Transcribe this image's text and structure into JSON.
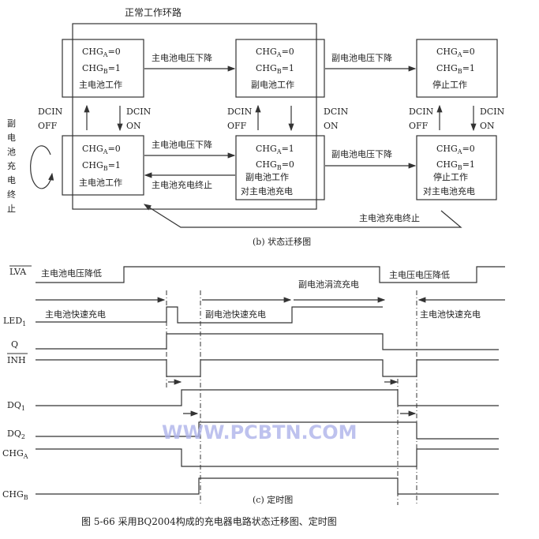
{
  "state_diagram": {
    "loop_label": "正常工作环路",
    "states": [
      {
        "a": {
          "base": "CHG",
          "sub": "A",
          "rest": "=0"
        },
        "b": {
          "base": "CHG",
          "sub": "B",
          "rest": "=1"
        },
        "desc": "主电池工作",
        "desc2": ""
      },
      {
        "a": {
          "base": "CHG",
          "sub": "A",
          "rest": "=0"
        },
        "b": {
          "base": "CHG",
          "sub": "B",
          "rest": "=1"
        },
        "desc": "副电池工作",
        "desc2": ""
      },
      {
        "a": {
          "base": "CHG",
          "sub": "A",
          "rest": "=0"
        },
        "b": {
          "base": "CHG",
          "sub": "B",
          "rest": "=1"
        },
        "desc": "停止工作",
        "desc2": ""
      },
      {
        "a": {
          "base": "CHG",
          "sub": "A",
          "rest": "=0"
        },
        "b": {
          "base": "CHG",
          "sub": "B",
          "rest": "=1"
        },
        "desc": "主电池工作",
        "desc2": ""
      },
      {
        "a": {
          "base": "CHG",
          "sub": "A",
          "rest": "=1"
        },
        "b": {
          "base": "CHG",
          "sub": "B",
          "rest": "=0"
        },
        "desc": "副电池工作",
        "desc2": "对主电池充电"
      },
      {
        "a": {
          "base": "CHG",
          "sub": "A",
          "rest": "=0"
        },
        "b": {
          "base": "CHG",
          "sub": "B",
          "rest": "=1"
        },
        "desc": "停止工作",
        "desc2": "对主电池充电"
      }
    ],
    "transitions": {
      "t12": "主电池电压下降",
      "t23": "副电池电压下降",
      "t45": "主电池电压下降",
      "t54": "主电池充电终止",
      "t56": "副电池电压下降",
      "t64": "主电池充电终止"
    },
    "dcin": {
      "label": "DCIN",
      "off": "OFF",
      "on": "ON"
    },
    "self_loop_label": [
      "副",
      "电",
      "池",
      "充",
      "电",
      "终",
      "止"
    ],
    "caption": "(b) 状态迁移图"
  },
  "timing_diagram": {
    "signals": {
      "lva": "LVA",
      "led": {
        "base": "LED",
        "sub": "1"
      },
      "q": "Q",
      "inh": "INH",
      "dq1": {
        "base": "DQ",
        "sub": "1"
      },
      "dq2": {
        "base": "DQ",
        "sub": "2"
      },
      "chga": {
        "base": "CHG",
        "sub": "A"
      },
      "chgb": {
        "base": "CHG",
        "sub": "B"
      }
    },
    "annotations": {
      "main_voltage_low": "主电池电压降低",
      "main_voltage_low2": "主电压电压降低",
      "aux_trickle": "副电池涓流充电",
      "main_fast_1": "主电池快速充电",
      "aux_fast": "副电池快速充电",
      "main_fast_2": "主电池快速充电"
    },
    "caption": "(c) 定时图"
  },
  "watermark": "WWW.PCBTN.COM",
  "figure_caption": "图 5-66   采用BQ2004构成的充电器电路状态迁移图、定时图"
}
